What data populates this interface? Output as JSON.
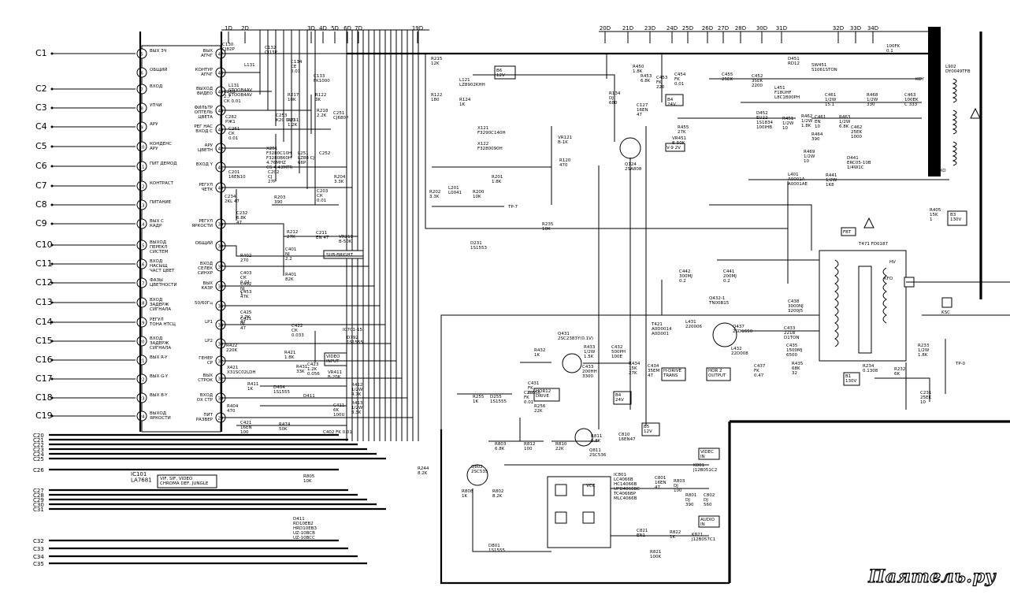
{
  "left_connector": {
    "c_pins": [
      "C1",
      "C2",
      "C3",
      "C4",
      "C5",
      "C6",
      "C7",
      "C8",
      "C9",
      "C10",
      "C11",
      "C12",
      "C13",
      "C14",
      "C15",
      "C16",
      "C17",
      "C18",
      "C19"
    ],
    "lower_pins": [
      "C20",
      "C21",
      "C22",
      "C23",
      "C24",
      "C25",
      "C26",
      "C27",
      "C28",
      "C29",
      "C30",
      "C31",
      "C32",
      "C33",
      "C34",
      "C35"
    ]
  },
  "ic101": {
    "designator": "IC101\nLA7681",
    "function_box": "VIF, SIF, VIDEO\nCHROMA DEF, JUNGLE",
    "left_pins": [
      {
        "num": "5",
        "label": "ВЫХ ЗЧ"
      },
      {
        "num": "6",
        "label": "ОБЩИЙ"
      },
      {
        "num": "7",
        "label": "ВХОД"
      },
      {
        "num": "8",
        "label": "УПЧИ"
      },
      {
        "num": "9",
        "label": "АРУ"
      },
      {
        "num": "10",
        "label": "КОНДЕНС\nАРУ"
      },
      {
        "num": "11",
        "label": "ПИТ ДЕМОД"
      },
      {
        "num": "12",
        "label": "КОНТРАСТ"
      },
      {
        "num": "13",
        "label": "ПИТАНИЕ"
      },
      {
        "num": "14",
        "label": "ВЫХ С\nКАДР"
      },
      {
        "num": "15",
        "label": "ВЫХОД\nПЕРЕКЛ\nСИСТЕМ"
      },
      {
        "num": "16",
        "label": "ВХОД\nНАСЫЩ\nЧАСТ ЦВЕТ"
      },
      {
        "num": "17",
        "label": "ФАЗЫ\nЦВЕТНОСТИ"
      },
      {
        "num": "18",
        "label": "ВХОД\nЗАДЕРЖ\nСИГНАЛА"
      },
      {
        "num": "19",
        "label": "РЕГУЛ\nТОНА НТСЦ"
      },
      {
        "num": "20",
        "label": "ВХОД\nЗАДЕРЖ\nСИГНАЛА"
      },
      {
        "num": "21",
        "label": "ВЫХ R-Y"
      },
      {
        "num": "22",
        "label": "ВЫХ G-Y"
      },
      {
        "num": "23",
        "label": "ВЫХ B-Y"
      },
      {
        "num": "24",
        "label": "ВЫХОД\nЯРКОСТИ"
      }
    ],
    "right_pins": [
      {
        "num": "47",
        "label": "ВЫХ\nАПЧГ"
      },
      {
        "num": "46",
        "label": "КОНТУР\nАПЧГ"
      },
      {
        "num": "45",
        "label": "ВЫХОД\nВИДЕО"
      },
      {
        "num": "44",
        "label": "ФИЛЬТР\nОПТЕЛЬ\nЦВЕТА"
      },
      {
        "num": "43",
        "label": "РЕГ НАС\nВХОД С"
      },
      {
        "num": "42",
        "label": "АРУ\nЦВЕТН"
      },
      {
        "num": "41",
        "label": "ВХОД Y"
      },
      {
        "num": "40",
        "label": "РЕГУЛ\nЧЕТК"
      },
      {
        "num": "39",
        "label": "РЕГУЛ\nЯРКОСТИ"
      },
      {
        "num": "38",
        "label": "ОБЩИЙ"
      },
      {
        "num": "37",
        "label": "ВХОД\nСЕЛЕК\nСИНХР"
      },
      {
        "num": "36",
        "label": "ВЫХ\nКАЗР"
      },
      {
        "num": "35",
        "label": "50/60Гц"
      },
      {
        "num": "34",
        "label": "LP1"
      },
      {
        "num": "33",
        "label": "LP2"
      },
      {
        "num": "32",
        "label": "ГЕНЕР\nСР"
      },
      {
        "num": "31",
        "label": "ВЫХ\nСТРОК"
      },
      {
        "num": "30",
        "label": "ВХОД\nОХ СТР"
      },
      {
        "num": "29",
        "label": "ПИТ\nРАЗВЕР"
      }
    ]
  },
  "top_refs": [
    "1D",
    "2D",
    "3D",
    "4D",
    "5D",
    "6D",
    "7D",
    "19D",
    "20D",
    "21D",
    "23D",
    "24D",
    "25D",
    "26D",
    "27D",
    "28D",
    "30D",
    "31D",
    "32D",
    "33D",
    "34D"
  ],
  "components": {
    "c130": "C130\nCJ82P",
    "l131": "L131",
    "c132": "C132\nCJ13P",
    "c134": "C134\nСЕ\n0.01",
    "c133": "C133\nFK1000",
    "l131b": "L131\nSTOOB4AV\nSTOOB4AV",
    "r217": "R217\n10K",
    "r122": "R122\n3K",
    "c263": "C263\n2.7\nСК 0.01",
    "c282": "C282\nРЖ1",
    "c253": "C253\nК20 0.01",
    "r251": "R251\n1.2K",
    "r218": "R218\n2.2K",
    "c251": "C251\nСЈ680P",
    "c261": "C261\nСК\n0.01",
    "x251": "X251\nF3280C10H\nF3280B60H\n4.76MHZ\nCS 4.43MTR",
    "l251": "L251\nLZ88 CJ\n66P",
    "c252": "C252",
    "c201": "C201\n16EN10",
    "c202": "C202\nCJ\n27P",
    "r204": "R204\n3.3K",
    "c234": "C234\n2KL 47",
    "r203": "R203\n390",
    "c203": "C203\nСК\n0.01",
    "c232": "C232\n6.8K\n47",
    "r212": "R212\n27K",
    "c211": "C211\nEN 47",
    "vr211": "VR211\nB-50K",
    "sub_bright": "SUB-BRIGHT",
    "r402": "R402\n270",
    "c401": "C401\nNJ\n2.2",
    "c403": "C403\nСК\n0.01",
    "r401": "R401\n82K",
    "c452": "C452\nNJ\n1",
    "c453": "C453\n47K",
    "c425": "C425\n2.7K\n47",
    "c421": "C421\nNJ\n47",
    "c422": "C422\nСК\n0.033",
    "ic701": "IC701-15",
    "d792": "D792\n1S1555",
    "c423": "C423\n1.2K\n0.056",
    "r421": "R421\n1.8K",
    "r422": "R422\n220K",
    "x421": "X421\nX31SC02LDH",
    "video": "VIDEO\nINPUT",
    "r431": "R431\n33K",
    "vr411": "VR411\nB-20K",
    "r412": "R412\n1/2W\n4.7K",
    "r413": "R413\n1/2W\n3.3K",
    "r411": "R411\n1K",
    "d404": "D404\n1S1555",
    "d411": "D411",
    "c411": "C411\n6K\n100U",
    "r404": "R404\n470",
    "c421b": "C421\n16EN\n100",
    "r474": "R474\n50K",
    "c402": "C402 FK 0.01",
    "r215": "R215\n12K",
    "b6": "B6\n12V",
    "l121": "L121\nLZ8902KHH",
    "r122b": "R122\n180",
    "r124": "R124\n1K",
    "x121": "X121\nF3290C140H",
    "x122": "X122\nF3280090H",
    "r134": "R134\nDJ\n680",
    "c127": "C127\n16EN\n47",
    "vr121": "VR121\nB-1K",
    "r120": "R120\n470",
    "q124": "Q124\n2SA808",
    "r202": "R202\n3.3K",
    "l201": "L201\nL0041",
    "r200": "R200\n10K",
    "r201": "R201\n1.8K",
    "tp7": "TP-7",
    "r235": "R235\n10K",
    "d231": "D231\n1S1553",
    "r450": "R450\n1.8K",
    "r453": "R453\n6.8K",
    "c453b": "C453\nFK\n220",
    "c454": "C454\nFK\n0.01",
    "c455": "C455\n25EK",
    "c452b": "C452\n35EK\n2200",
    "b4": "B4\n24V",
    "r455": "R455\n27K",
    "vr451": "VR451\nB-50K",
    "v9": "V-9 2V",
    "d451": "D451\nRD12",
    "sw": "SW451\nS1061STON",
    "l451": "L451\nF18UHF\nL8C1B00PH",
    "d452": "D452\nEU22\n1S1834\n100IHB",
    "r451": "R451\n1/2W\n10",
    "c461": "C461\n1/2W\n15.1",
    "r462": "R462\n1/2W\n1.8K",
    "c461b": "C461\nEN\n10",
    "r463": "R463\n1/2W\n6.8K",
    "r464": "R464\n390",
    "r469": "R469\n1/2W\n10",
    "c463": "C463\n100EK\nC 333",
    "r468": "R468\n1/2W\n330",
    "c462": "C462\n25EK\n1000",
    "d441": "D441\nERC05-10B\n1/4W1C",
    "l902": "L902\nDY0049TFB",
    "kdy": "KDY",
    "ko": "KO",
    "b3": "B3\n130V",
    "r405": "R405\n15K\n1",
    "l401": "L401\nA0001A\nA0001AE",
    "r441": "R441\n1/2W\n1K8",
    "fbt": "FBT",
    "t471": "T471 FD0187",
    "hv": "HV",
    "kfo": "KFO",
    "ksc": "KSC",
    "c442": "C442\n300MJ\n0.2",
    "c441": "C441\n200MJ\n0.2",
    "q432": "Q432-1\nTN00B15",
    "c438": "C438\n3000NJ\n3200J5",
    "t421": "T421\nA0D0014\nA0D001",
    "l431": "L431\n220006",
    "q437": "Q437\n2SD1650",
    "c433": "C433\n221B\nD1TON",
    "l432": "L432\n22D008",
    "c435": "C435\n1500MJ\n6500",
    "r435": "R435\n68K\n32",
    "c437": "C437\nFK\n0.47",
    "r233": "R233\n1/2W\n1.8K",
    "r234": "R234\n0.1308",
    "b1": "B1\n130V",
    "tp": "TP-0",
    "r232": "R232\n6K",
    "c231": "C231\n25EK\n10",
    "q431": "Q431\n2SC2383Y(0.1V)",
    "r433": "R433\n1/2W\n1.5K",
    "c432": "C432\n500PH\n100E",
    "c433b": "C433\n200HH\n3300",
    "r434": "R434\n15K\n27K",
    "c434": "C434\n35EM\n47",
    "hdrive": "H-DRIVE\nTRANS",
    "hor2": "HOR 2\nOUTPUT",
    "r432": "R432\n1K",
    "c431": "C431\nFK\n0.056",
    "hor2drive": "HOR12\nDRIVE",
    "c285": "C285\nFK\n0.01",
    "r255": "R255\n1K",
    "d255": "D255\n1S1555",
    "r256": "R256\n22K",
    "b4b": "B4\n24V",
    "b5": "B5\n12V",
    "q811": "Q811\n2SC536",
    "r812": "R812\n100",
    "r811": "R811\n6.8K",
    "r810": "R810\n22K",
    "c810": "C810\n16EN47",
    "q802": "Q802\n2SC535",
    "r803": "R803\n6.8K",
    "r808": "R808\n1K",
    "r802": "R802\n8.2K",
    "ic801": "IC801\nLC4066B\nHC14066B\nUPD4066BC\nTC4066BP\nMLC4066B",
    "vcc": "VCC",
    "c801": "C801\n16EN\n47",
    "r803b": "R803\nDJ\n100",
    "r801": "R801\nDJ\n390",
    "c802": "C802\nDJ\n560",
    "k801": "K801\nJ12B051C2",
    "videcin": "VIDEC\nIN",
    "audioin": "AUDIO\nIN",
    "k821": "K821\nJ12B057C1",
    "r822": "R822\n1K",
    "c821": "C821\nEN1",
    "r821": "R821\n100K",
    "d801": "D801\n1S1555",
    "r805": "R805\n10K",
    "r244": "R244\n8.2K",
    "d411b": "D411\nRD10EB2\nHRD10EB3\nUZ-10BCB\nUZ-10BCC",
    "c1005": "100FK\n0.1"
  },
  "watermark": "Паятель.ру"
}
